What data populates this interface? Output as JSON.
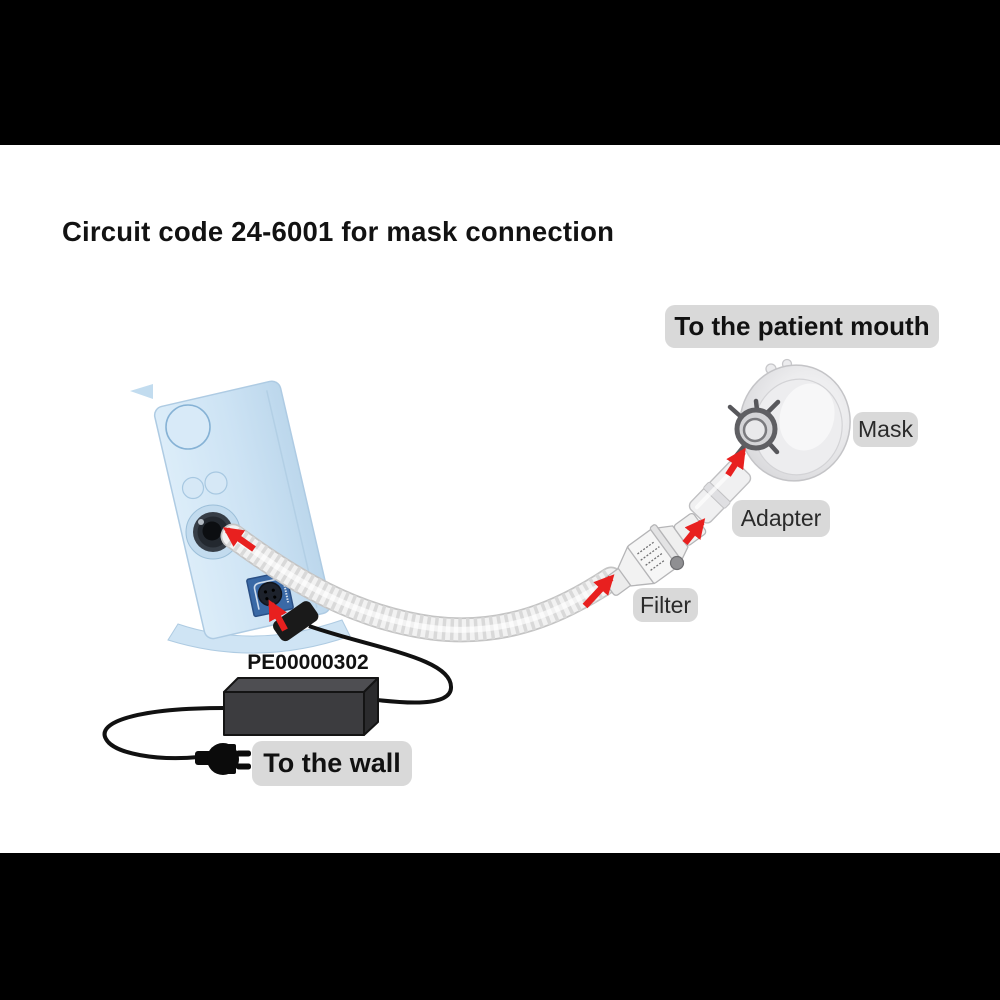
{
  "title": "Circuit code 24-6001 for mask connection",
  "callouts": {
    "patient_mouth": "To the patient mouth",
    "mask": "Mask",
    "adapter": "Adapter",
    "filter": "Filter",
    "wall": "To the wall"
  },
  "part_code": "PE00000302",
  "parts": {
    "device": "ventilator-device",
    "tube": "corrugated-breathing-tube",
    "filter": "bacterial-filter",
    "adapter": "adapter-tube",
    "mask": "face-mask",
    "power_supply": "power-supply-brick",
    "plug": "wall-plug",
    "connections": "red-arrow-connections"
  },
  "colors": {
    "background": "#ffffff",
    "letterbox": "#000000",
    "callout_bg": "#d9d9d9",
    "callout_text": "#2a2a2a",
    "title_text": "#121212",
    "arrow_red": "#e8201f",
    "device_blue": "#cfe4f4",
    "power_port_blue": "#3a69a6",
    "power_brick_gray": "#3c3c3f",
    "tube_white": "#f2f2f2"
  }
}
